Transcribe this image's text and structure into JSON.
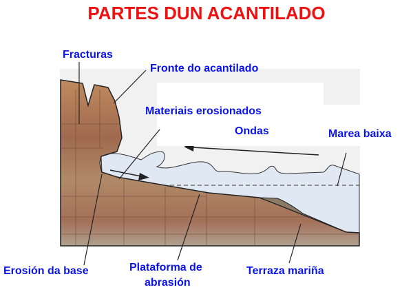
{
  "title": "PARTES DUN ACANTILADO",
  "labels": {
    "fracturas": "Fracturas",
    "fronte": "Fronte do acantilado",
    "materiais": "Materiais erosionados",
    "ondas": "Ondas",
    "marea": "Marea baixa",
    "erosion": "Erosión da base",
    "plataforma_1": "Plataforma de",
    "plataforma_2": "abrasión",
    "terraza": "Terraza mariña"
  },
  "colors": {
    "title": "#ee1111",
    "labels": "#0a14e6",
    "rock": "#a77a5a",
    "water": "#dfe8f3"
  }
}
